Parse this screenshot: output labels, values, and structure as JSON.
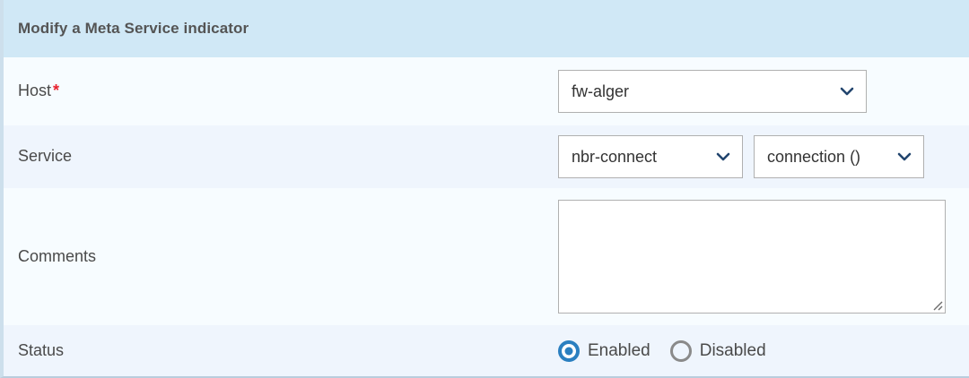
{
  "header": {
    "title": "Modify a Meta Service indicator"
  },
  "form": {
    "rows": [
      {
        "label": "Host",
        "required": true,
        "required_mark": "*"
      },
      {
        "label": "Service",
        "required": false
      },
      {
        "label": "Comments",
        "required": false
      },
      {
        "label": "Status",
        "required": false
      }
    ]
  },
  "fields": {
    "host": {
      "label": "Host",
      "value": "fw-alger",
      "icon": "chevron-down-icon"
    },
    "service": {
      "label": "Service",
      "value": "nbr-connect",
      "icon": "chevron-down-icon"
    },
    "metric": {
      "value": "connection ()",
      "icon": "chevron-down-icon"
    },
    "comments": {
      "label": "Comments",
      "value": "",
      "placeholder": ""
    },
    "status": {
      "label": "Status",
      "selected": "Enabled",
      "options": [
        {
          "label": "Enabled",
          "checked": true
        },
        {
          "label": "Disabled",
          "checked": false
        }
      ]
    }
  },
  "colors": {
    "header_bg": "#d0e8f6",
    "row_bg": "#f7fcff",
    "row_bg_alt": "#eff5fd",
    "accent": "#2a7fc0",
    "required": "#e8222e",
    "text": "#4a4a4a",
    "border": "#b0b0b0",
    "panel_border": "#cddfec"
  }
}
